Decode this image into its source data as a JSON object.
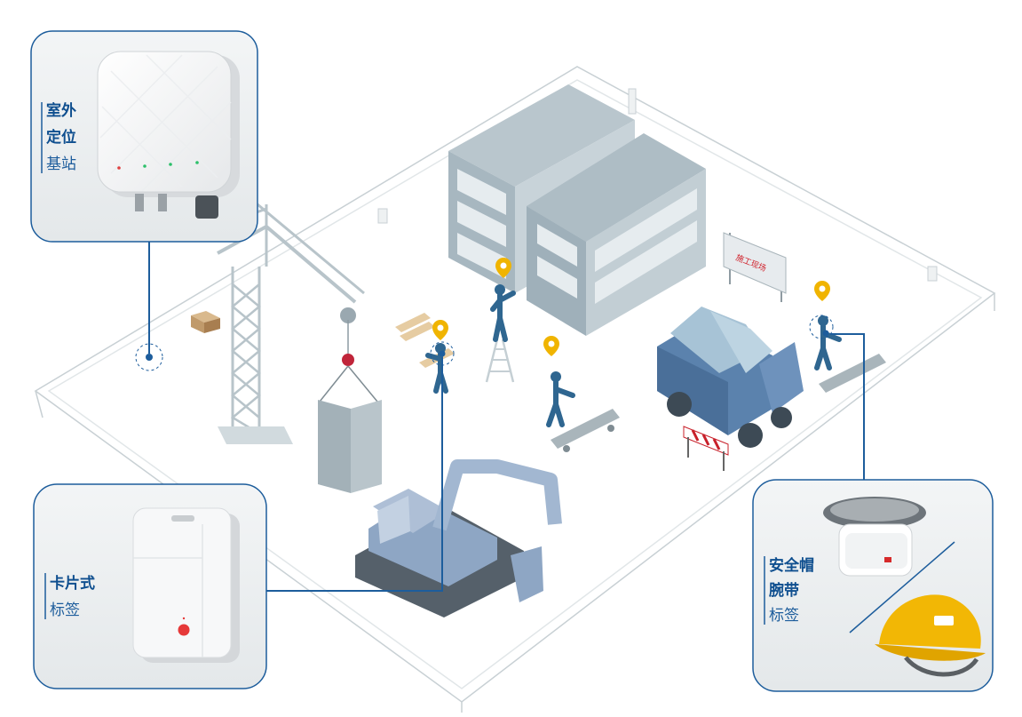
{
  "panels": {
    "outdoor_station": {
      "line1": "室外",
      "line2": "定位",
      "line3": "基站"
    },
    "card_tag": {
      "line1": "卡片式",
      "line2": "标签"
    },
    "helmet_wrist": {
      "line1": "安全帽",
      "line2": "腕带",
      "line3": "标签"
    }
  },
  "site_sign": {
    "text": "施工现场"
  },
  "colors": {
    "accent_blue": "#1d5d9c",
    "marker_yellow": "#f0b400",
    "worker_blue": "#2f6690",
    "building_grey": "#a7b7c0",
    "helmet_yellow": "#f2b705"
  }
}
